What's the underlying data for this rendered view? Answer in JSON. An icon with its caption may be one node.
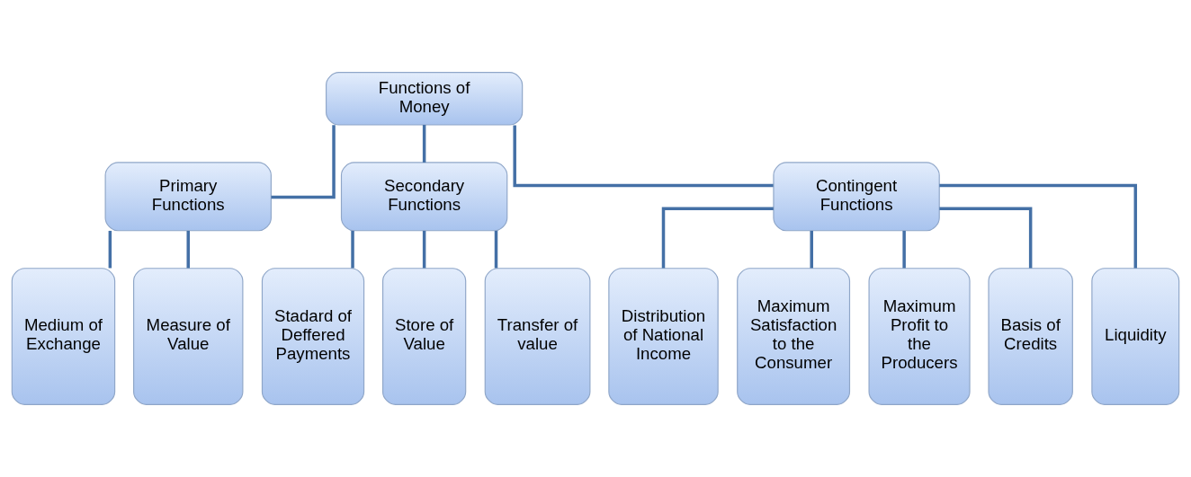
{
  "diagram": {
    "nodes": [
      {
        "text": [
          "Functions of Money"
        ]
      },
      {
        "text": [
          "Primary Functions"
        ]
      },
      {
        "text": [
          "Secondary Functions"
        ]
      },
      {
        "text": [
          "Contingent Functions"
        ]
      },
      {
        "text": [
          "Medium of Exchange"
        ]
      },
      {
        "text": [
          "Measure of Value"
        ]
      },
      {
        "text": [
          "Stadard of Deffered Payments"
        ]
      },
      {
        "text": [
          "Store of Value"
        ]
      },
      {
        "text": [
          "Transfer of value"
        ]
      },
      {
        "text": [
          "Distribution of National Income"
        ]
      },
      {
        "text": [
          "Maximum Satisfaction to the Consumer"
        ]
      },
      {
        "text": [
          "Maximum Profit to the Producers"
        ]
      },
      {
        "text": [
          "Basis of Credits"
        ]
      },
      {
        "text": [
          "Liquidity"
        ]
      }
    ],
    "edges": [
      {
        "from": 0,
        "to": 1,
        "arrow": "none"
      },
      {
        "from": 0,
        "to": 2,
        "arrow": "none"
      },
      {
        "from": 0,
        "to": 3,
        "arrow": "none"
      },
      {
        "from": 1,
        "to": 4,
        "arrow": "none"
      },
      {
        "from": 1,
        "to": 5,
        "arrow": "none"
      },
      {
        "from": 2,
        "to": 6,
        "arrow": "none"
      },
      {
        "from": 2,
        "to": 7,
        "arrow": "none"
      },
      {
        "from": 2,
        "to": 8,
        "arrow": "none"
      },
      {
        "from": 3,
        "to": 9,
        "arrow": "none"
      },
      {
        "from": 3,
        "to": 10,
        "arrow": "none"
      },
      {
        "from": 3,
        "to": 11,
        "arrow": "none"
      },
      {
        "from": 3,
        "to": 12,
        "arrow": "none"
      },
      {
        "from": 3,
        "to": 13,
        "arrow": "none"
      }
    ]
  }
}
